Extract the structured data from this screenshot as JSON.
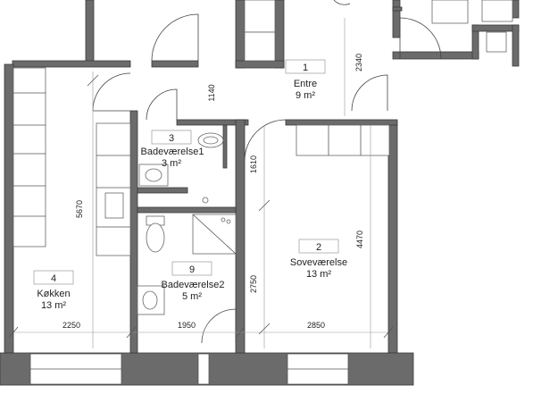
{
  "rooms": [
    {
      "id": "entre",
      "number": "1",
      "name": "Entre",
      "area": "9 m²"
    },
    {
      "id": "sovevaerelse",
      "number": "2",
      "name": "Soveværelse",
      "area": "13 m²"
    },
    {
      "id": "badevaerelse1",
      "number": "3",
      "name": "Badeværelse1",
      "area": "3 m²"
    },
    {
      "id": "koekken",
      "number": "4",
      "name": "Køkken",
      "area": "13 m²"
    },
    {
      "id": "badevaerelse2",
      "number": "9",
      "name": "Badeværelse2",
      "area": "5 m²"
    }
  ],
  "dimensions": {
    "d2340": "2340",
    "d1140": "1140",
    "d1610": "1610",
    "d5670": "5670",
    "d4470": "4470",
    "d2750": "2750",
    "d2250": "2250",
    "d1950": "1950",
    "d2850": "2850"
  }
}
